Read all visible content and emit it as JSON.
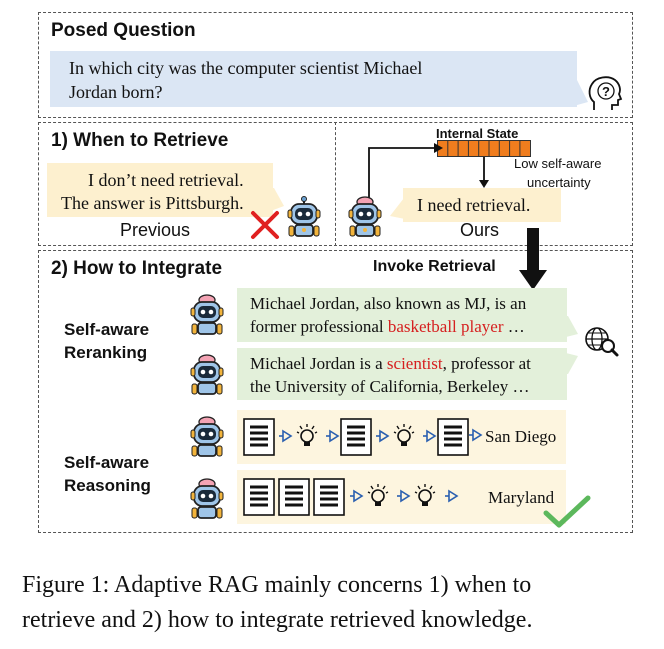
{
  "posed_question": {
    "title": "Posed Question",
    "question_line1": "In which city was the computer scientist Michael",
    "question_line2": "Jordan born?"
  },
  "when_to_retrieve": {
    "title": "1) When to Retrieve",
    "previous_line1": "I don’t need retrieval.",
    "previous_line2": "The answer is Pittsburgh.",
    "previous_label": "Previous",
    "internal_state_label": "Internal State",
    "uncertainty_line1": "Low self-aware",
    "uncertainty_line2": "uncertainty",
    "ours_bubble": "I  need retrieval.",
    "ours_label": "Ours",
    "invoke_label": "Invoke Retrieval"
  },
  "how_to_integrate": {
    "title": "2) How to Integrate",
    "reranking_label_line1": "Self-aware",
    "reranking_label_line2": "Reranking",
    "doc1_line1": "Michael Jordan, also known as MJ, is an",
    "doc1_line2_pre": "former professional ",
    "doc1_line2_highlight": "basketball player",
    "doc1_line2_post": " …",
    "doc2_line1_pre": "Michael Jordan is a ",
    "doc2_line1_highlight": "scientist",
    "doc2_line1_post": ", professor at",
    "doc2_line2": "the University of California, Berkeley …",
    "reasoning_label_line1": "Self-aware",
    "reasoning_label_line2": "Reasoning",
    "chain1_answer": "San Diego",
    "chain2_answer": "Maryland"
  },
  "caption": {
    "line1": "Figure 1: Adaptive RAG mainly concerns 1) when to",
    "line2": "retrieve and 2) how to integrate retrieved knowledge."
  },
  "colors": {
    "question_bubble": "#dbe6f4",
    "yellow_bubble": "#fdf0cf",
    "green_bubble": "#e3f0da",
    "internal_state": "#f07d1e",
    "highlight_red": "#d62020",
    "cross_red": "#e02020",
    "check_green": "#5cb85c"
  }
}
